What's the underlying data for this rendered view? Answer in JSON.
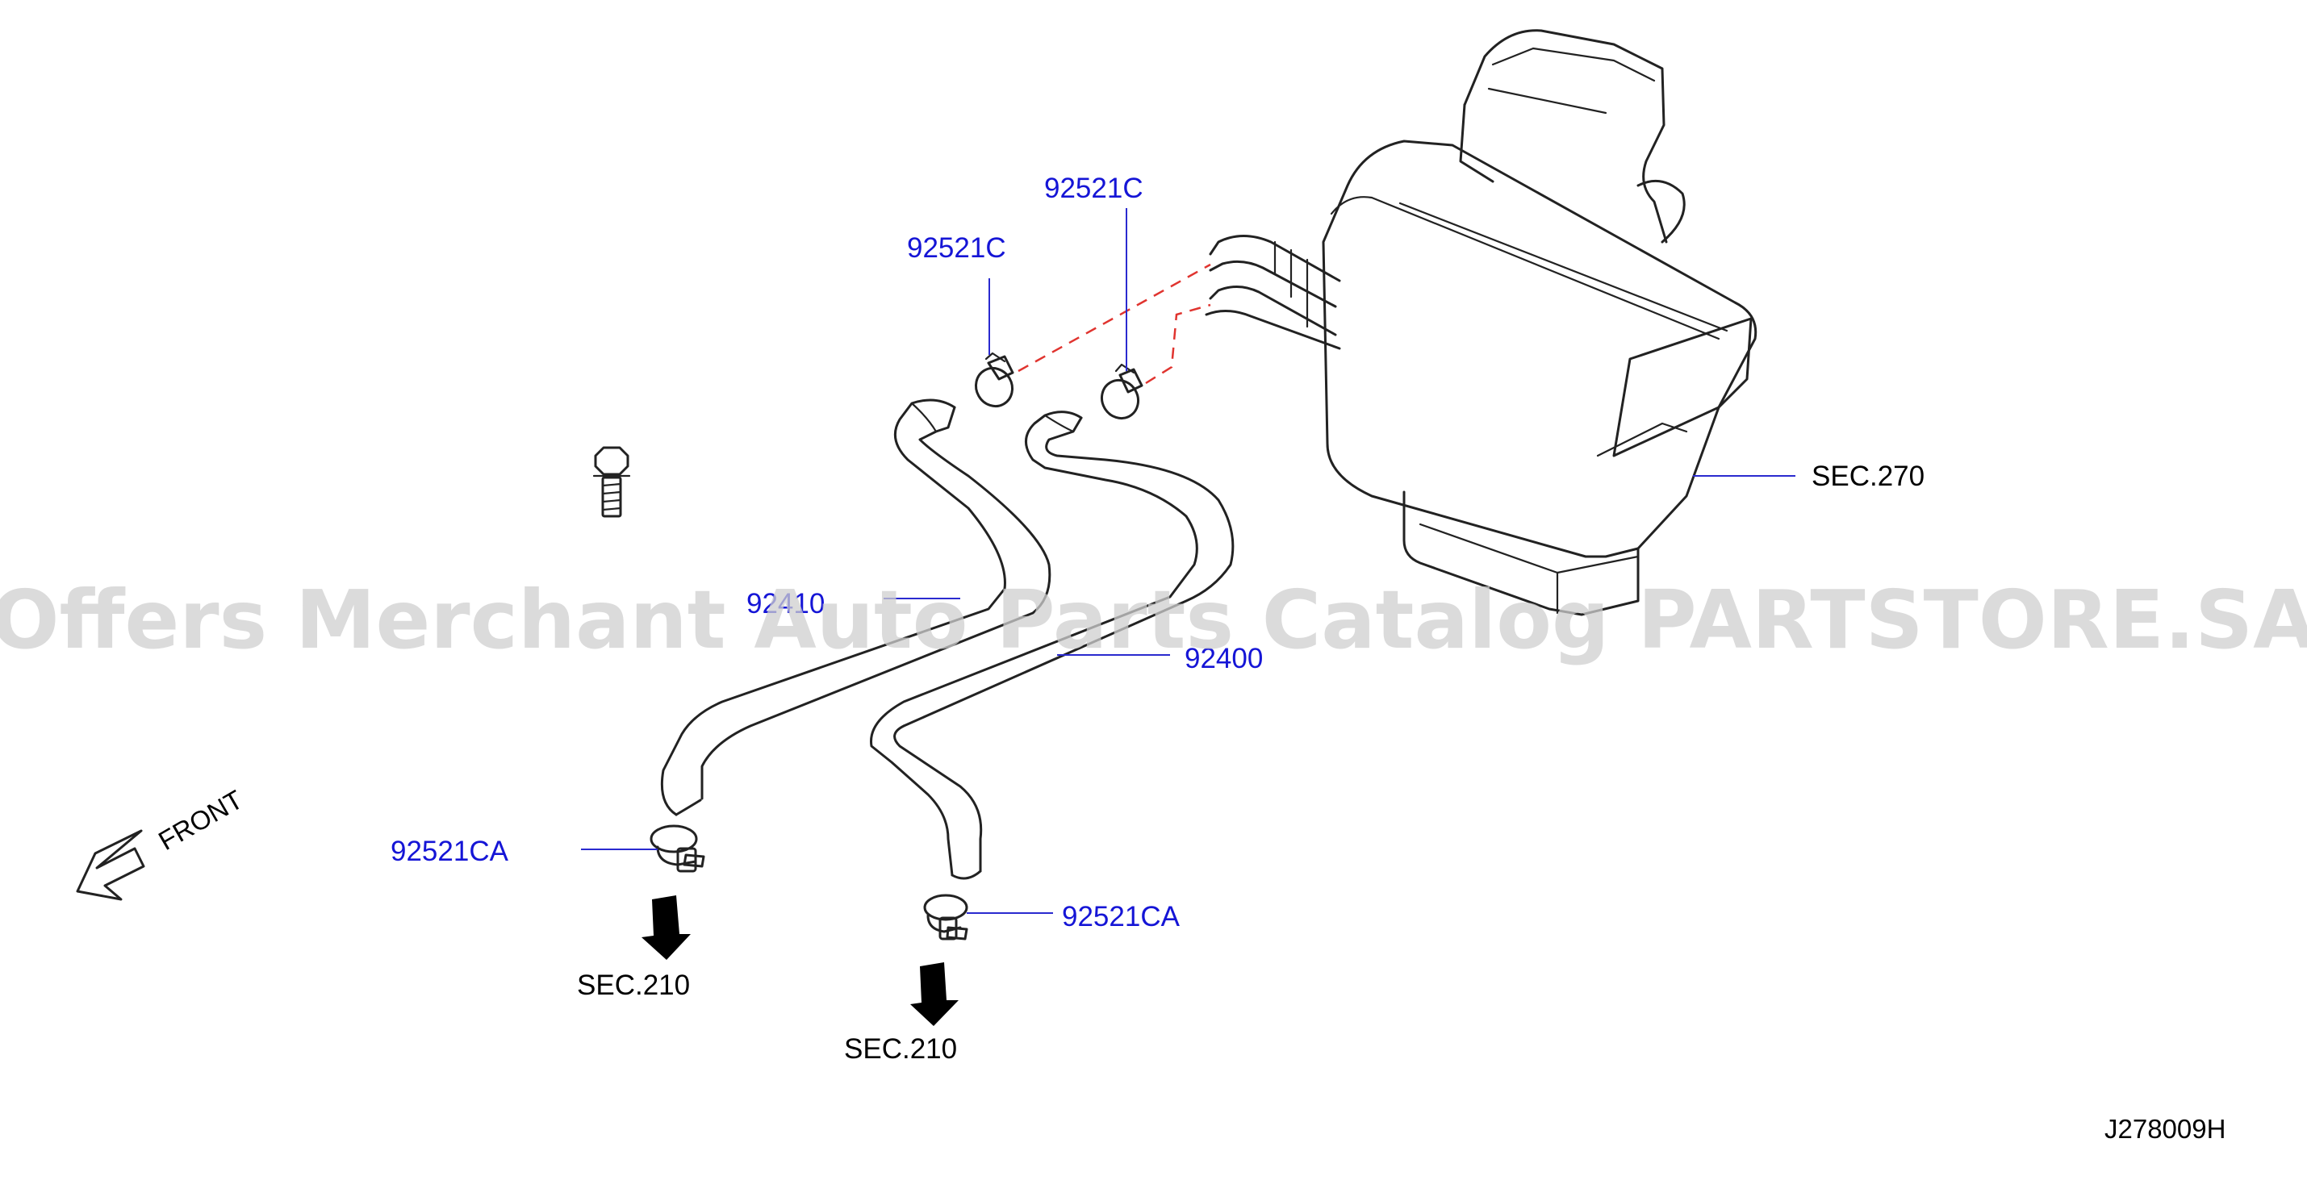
{
  "labels": {
    "clamp_upper_left": "92521C",
    "clamp_upper_right": "92521C",
    "hose_front": "92410",
    "hose_rear": "92400",
    "clamp_lower_left": "92521CA",
    "clamp_lower_right": "92521CA",
    "sec_heater": "SEC.270",
    "sec_engine_left": "SEC.210",
    "sec_engine_right": "SEC.210",
    "front": "FRONT",
    "diagram_code": "J278009H"
  },
  "watermark": "Offers Merchant Auto Parts Catalog PARTSTORE.SA",
  "colors": {
    "part_label": "#1515d6",
    "leader": "#2a2acf",
    "dashed_guide": "#e0342f",
    "outline": "#222222",
    "watermark": "#cfcfcf"
  }
}
